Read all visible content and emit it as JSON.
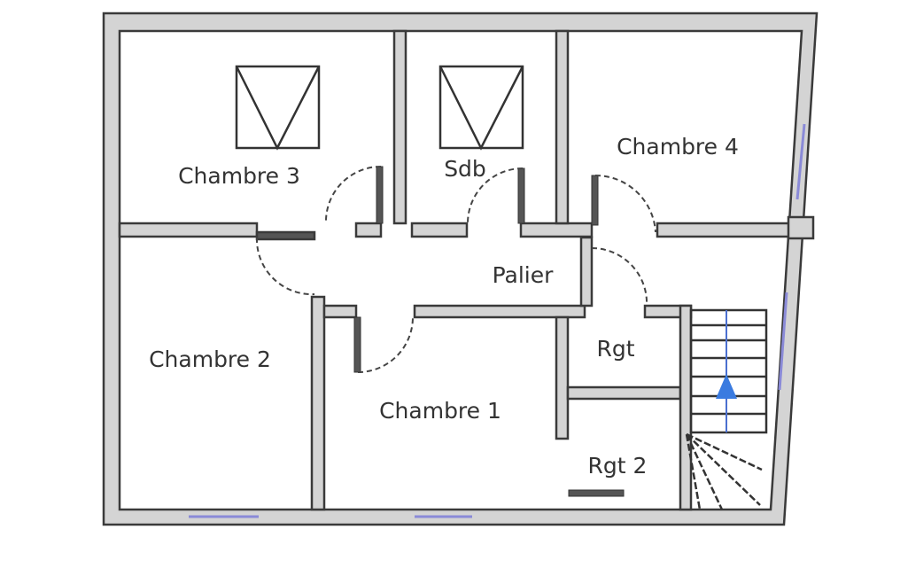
{
  "rooms": {
    "chambre3": "Chambre 3",
    "sdb": "Sdb",
    "chambre4": "Chambre 4",
    "palier": "Palier",
    "chambre2": "Chambre 2",
    "rgt": "Rgt",
    "chambre1": "Chambre 1",
    "rgt2": "Rgt 2"
  },
  "colors": {
    "wall": "#d4d4d4",
    "outline": "#3a3a3a",
    "window": "#8a8ad8",
    "stair_arrow": "#3a7be0"
  }
}
